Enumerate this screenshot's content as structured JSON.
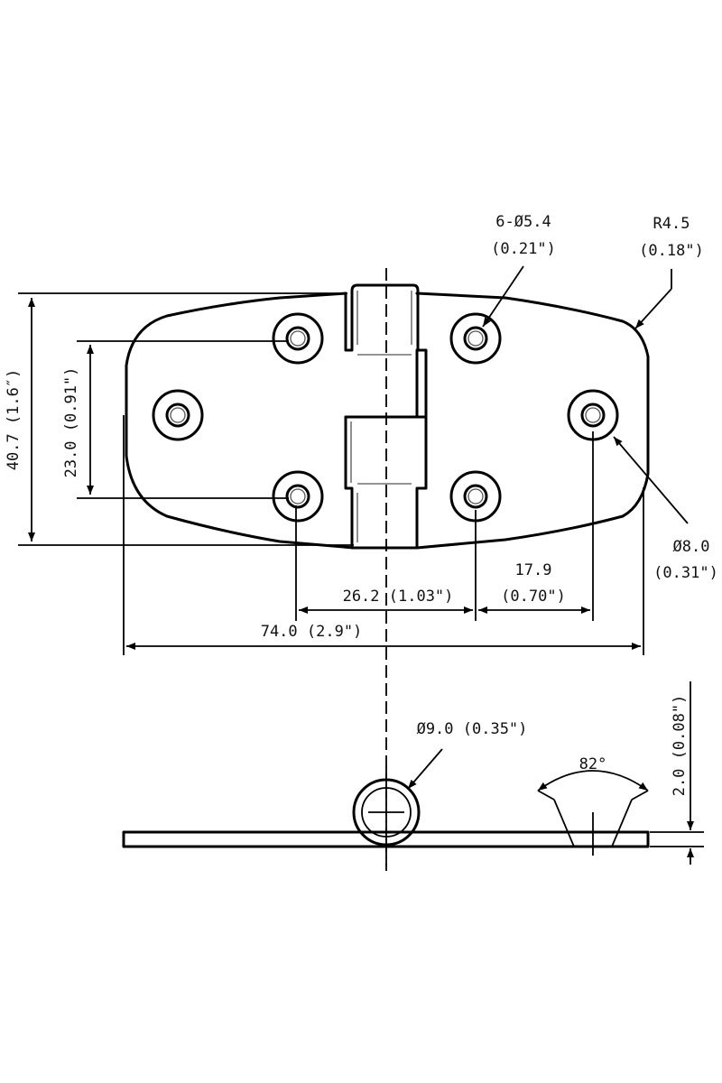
{
  "dimensions": {
    "hole_spec": "6-Ø5.4",
    "hole_spec_in": "(0.21\")",
    "corner_radius": "R4.5",
    "corner_radius_in": "(0.18\")",
    "height": "40.7 (1.6″)",
    "hole_vertical_spacing": "23.0 (0.91\")",
    "countersink_dia": "Ø8.0",
    "countersink_dia_in": "(0.31\")",
    "hole_offset": "17.9",
    "hole_offset_in": "(0.70\")",
    "hole_horizontal_spacing": "26.2 (1.03\")",
    "width": "74.0 (2.9\")",
    "knuckle_dia": "Ø9.0 (0.35\")",
    "countersink_angle": "82°",
    "thickness": "2.0 (0.08\")"
  }
}
